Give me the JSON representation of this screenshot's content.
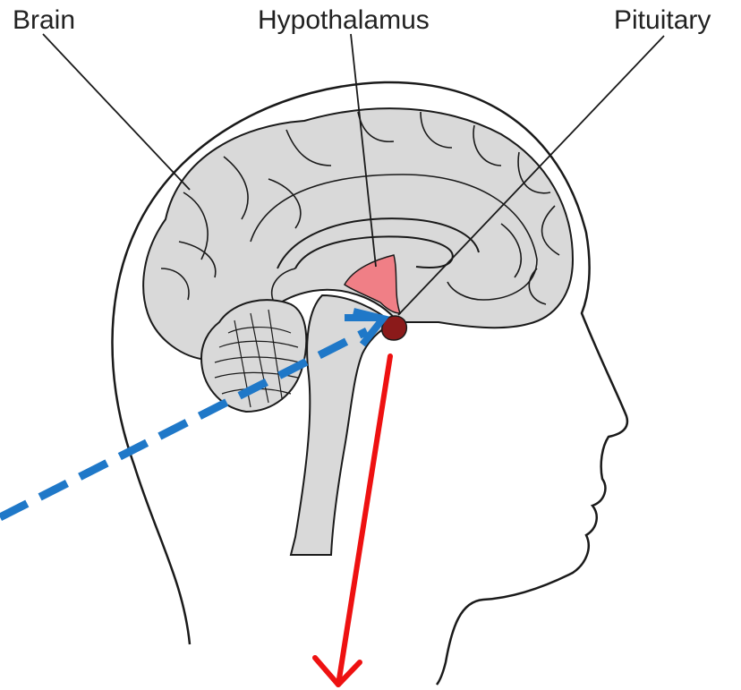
{
  "labels": {
    "brain": "Brain",
    "hypothalamus": "Hypothalamus",
    "pituitary": "Pituitary"
  },
  "colors": {
    "brain_fill": "#d9d9d9",
    "outline": "#1a1a1a",
    "hypothalamus_fill": "#f07f86",
    "pituitary_fill": "#8b1a1a",
    "input_arrow": "#1f78c8",
    "output_arrow": "#ee1111"
  }
}
